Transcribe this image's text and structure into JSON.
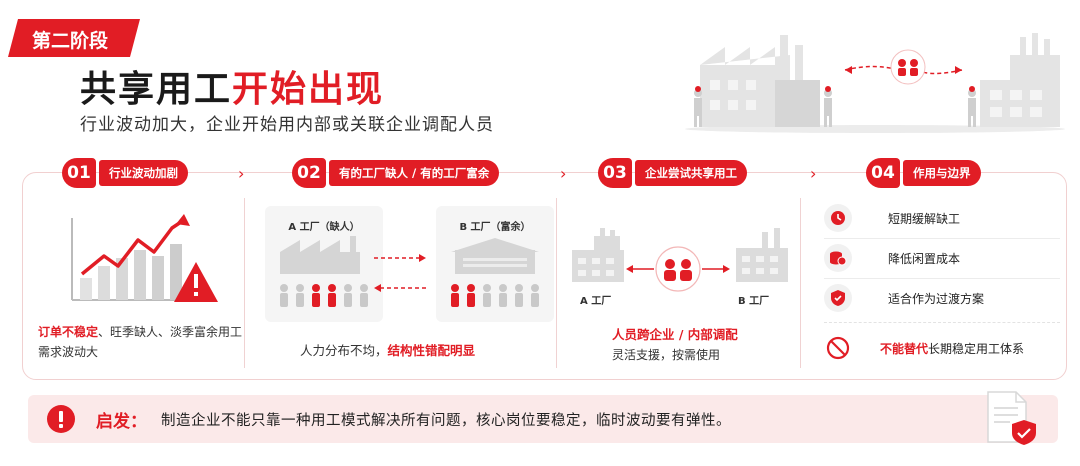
{
  "stage_badge": "第二阶段",
  "title": {
    "dark": "共享用工",
    "red": "开始出现"
  },
  "subtitle": "行业波动加大，企业开始用内部或关联企业调配人员",
  "steps": [
    {
      "num": "01",
      "label": "行业波动加剧",
      "desc_red": "订单不稳定",
      "desc_rest": "、旺季缺人、淡季富余用工需求波动大"
    },
    {
      "num": "02",
      "label": "有的工厂缺人 / 有的工厂富余",
      "factory_a": "A 工厂（缺人）",
      "factory_b": "B 工厂（富余）",
      "desc_plain": "人力分布不均，",
      "desc_red": "结构性错配明显"
    },
    {
      "num": "03",
      "label": "企业尝试共享用工",
      "factory_a": "A 工厂",
      "factory_b": "B 工厂",
      "desc_title": "人员跨企业 / 内部调配",
      "desc_sub": "灵活支援，按需使用"
    },
    {
      "num": "04",
      "label": "作用与边界",
      "items": [
        {
          "icon": "clock-icon",
          "text": "短期缓解缺工"
        },
        {
          "icon": "coins-icon",
          "text": "降低闲置成本"
        },
        {
          "icon": "shield-check-icon",
          "text": "适合作为过渡方案"
        }
      ],
      "limit_red": "不能替代",
      "limit_rest": "长期稳定用工体系"
    }
  ],
  "insight": {
    "label": "启发：",
    "text": "制造企业不能只靠一种用工模式解决所有问题，核心岗位要稳定，临时波动要有弹性。"
  },
  "colors": {
    "accent": "#e11d25",
    "panel_border": "#f1d0d0",
    "insight_bg": "#fbe9e9"
  }
}
